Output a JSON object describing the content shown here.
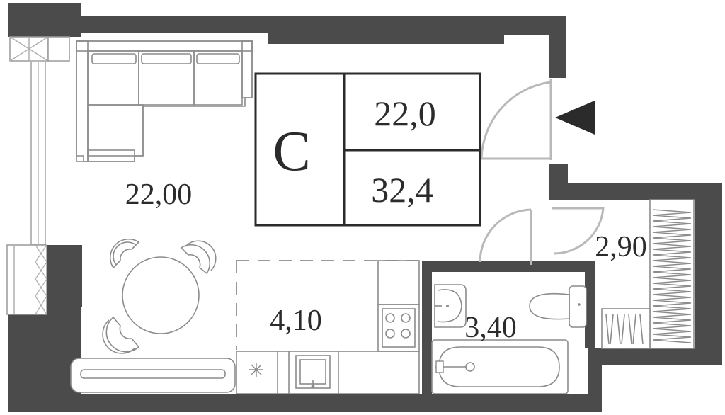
{
  "apartment": {
    "type_letter": "C",
    "living_area": "22,0",
    "total_area": "32,4"
  },
  "rooms": {
    "living": "22,00",
    "kitchen": "4,10",
    "bathroom": "3,40",
    "hall": "2,90"
  },
  "colors": {
    "wall": "#4b4b4b",
    "furniture": "#8c8c8c",
    "text": "#2b2b2b",
    "door": "#b9b9b9"
  },
  "icons": {
    "entrance": "entrance-arrow-icon"
  }
}
